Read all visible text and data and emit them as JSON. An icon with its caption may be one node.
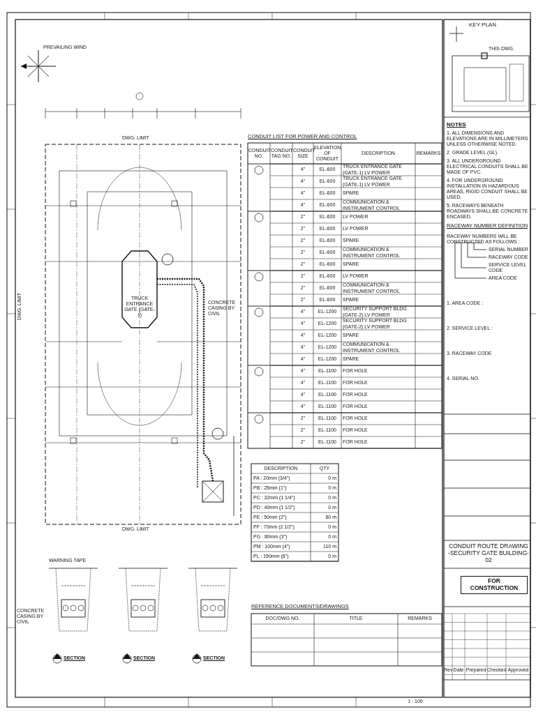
{
  "diagram": {
    "labels": [
      "PREVAILING WIND",
      "DWG. LIMIT",
      "DWG. LIMIT",
      "DWG. LIMIT",
      "TRUCK ENTRANCE GATE (GATE-1)",
      "CONCRETE CASING BY CIVIL",
      "CONDUIT LIST FOR POWER AND CONTROL",
      "CONDUIT NO.",
      "CONDUIT TAG NO.",
      "CONDUIT SIZE",
      "ELEVATION OF CONDUIT",
      "DESCRIPTION",
      "REMARKS",
      "4\"",
      "EL-600",
      "TRUCK ENTRANCE GATE (GATE-1) LV POWER",
      "4\"",
      "EL-600",
      "TRUCK ENTRANCE GATE (GATE-1) LV POWER",
      "4\"",
      "EL-600",
      "SPARE",
      "4\"",
      "EL-600",
      "COMMUNICATION & INSTRUMENT CONTROL",
      "2\"",
      "EL-600",
      "LV POWER",
      "2\"",
      "EL-600",
      "LV POWER",
      "2\"",
      "EL-600",
      "SPARE",
      "2\"",
      "EL-600",
      "COMMUNICATION & INSTRUMENT CONTROL",
      "2\"",
      "EL-600",
      "SPARE",
      "2\"",
      "EL-600",
      "LV POWER",
      "2\"",
      "EL-600",
      "COMMUNICATION & INSTRUMENT CONTROL",
      "2\"",
      "EL-600",
      "SPARE",
      "4\"",
      "EL-1200",
      "SECURITY SUPPORT BLDG (GATE-2) LV POWER",
      "4\"",
      "EL-1200",
      "SECURITY SUPPORT BLDG (GATE-2) LV POWER",
      "4\"",
      "EL-1200",
      "SPARE",
      "4\"",
      "EL-1200",
      "COMMUNICATION & INSTRUMENT CONTROL",
      "4\"",
      "EL-1200",
      "SPARE",
      "4\"",
      "EL-1100",
      "FOR HOLE",
      "4\"",
      "EL-1100",
      "FOR HOLE",
      "4\"",
      "EL-1100",
      "FOR HOLE",
      "4\"",
      "EL-1100",
      "FOR HOLE",
      "2\"",
      "EL-1100",
      "FOR HOLE",
      "2\"",
      "EL-1100",
      "FOR HOLE",
      "2\"",
      "EL-1100",
      "FOR HOLE",
      "DESCRIPTION",
      "QTY",
      "PA : 20mm (3/4\")",
      "0 m",
      "PB : 25mm (1\")",
      "0 m",
      "PC : 32mm (1 1/4\")",
      "0 m",
      "PD : 40mm (1 1/2\")",
      "0 m",
      "PE : 50mm (2\")",
      "60 m",
      "PF : 70mm (2 1/2\")",
      "0 m",
      "PG : 80mm (3\")",
      "0 m",
      "PM : 100mm (4\")",
      "110 m",
      "PL : 150mm (6\")",
      "0 m",
      "NOTES",
      "1. ALL DIMENSIONS AND ELEVATIONS ARE IN MILLIMETERS UNLESS OTHERWISE NOTED.",
      "2. GRADE LEVEL (GL)",
      "3. ALL UNDERGROUND ELECTRICAL CONDUITS SHALL BE MADE OF PVC.",
      "4. FOR UNDERGROUND INSTALLATION IN HAZARDOUS AREAS, RIGID CONDUIT SHALL BE USED.",
      "5. RACEWAYS BENEATH ROADWAYS SHALL BE CONCRETE ENCASED.",
      "RACEWAY NUMBER DEFINITION",
      "RACEWAY NUMBERS WILL BE CONSTRUCTED AS FOLLOWS :",
      "SERIAL NUMBER",
      "RACEWAY CODE",
      "SERVICE LEVEL CODE",
      "AREA CODE",
      "1. AREA CODE :",
      "2. SERVICE LEVEL :",
      "3. RACEWAY CODE",
      "4. SERIAL NO.",
      "KEY PLAN",
      "THIS DWG.",
      "CONDUIT ROUTE DRAWING -SECURITY GATE BUILDING-02",
      "FOR CONSTRUCTION",
      "1 : 100",
      "WARNING TAPE",
      "CONCRETE CASING BY CIVIL",
      "SECTION",
      "SECTION",
      "SECTION",
      "REFERENCE DOCUMENTS/DRAWINGS",
      "DOC/DWG NO.",
      "TITLE",
      "REMARKS",
      "Rev",
      "Date",
      "Prepared",
      "Checked",
      "Approved"
    ]
  }
}
